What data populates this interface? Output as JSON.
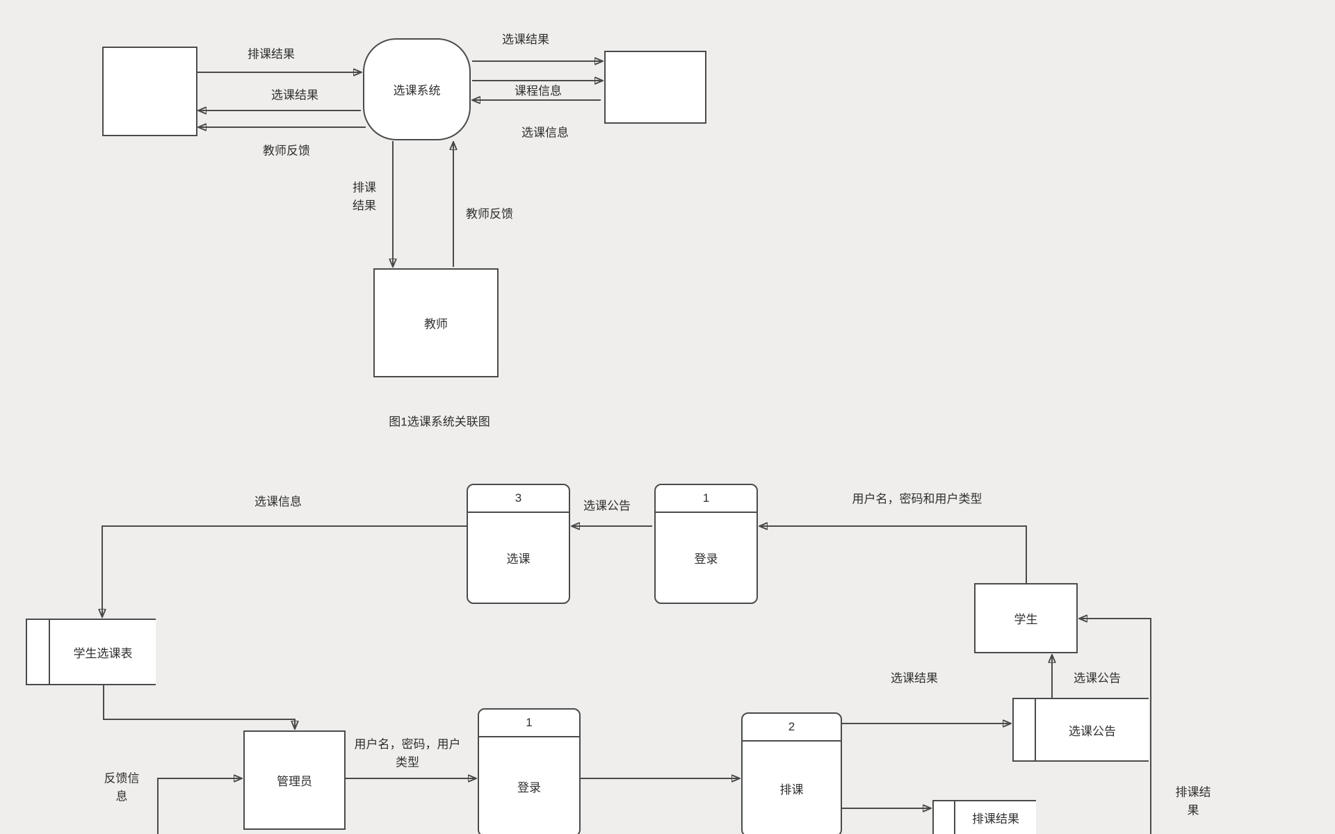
{
  "colors": {
    "background": "#efeeec",
    "stroke": "#4a4a4a",
    "node_fill": "#ffffff",
    "text": "#2f2f2f"
  },
  "diagram1": {
    "caption": "图1选课系统关联图",
    "system_process": "选课系统",
    "teacher_entity": "教师",
    "flows": {
      "paike_result_left": "排课结果",
      "xuanke_result_left": "选课结果",
      "teacher_feedback_left": "教师反馈",
      "xuanke_result_right": "选课结果",
      "course_info": "课程信息",
      "xuanke_info": "选课信息",
      "paike_result_down": "排课\n结果",
      "teacher_feedback_up": "教师反馈"
    }
  },
  "diagram2": {
    "processes": [
      {
        "number": "3",
        "name": "选课"
      },
      {
        "number": "1",
        "name": "登录"
      },
      {
        "number": "1",
        "name": "登录"
      },
      {
        "number": "2",
        "name": "排课"
      }
    ],
    "entities": {
      "student": "学生",
      "admin": "管理员"
    },
    "datastores": {
      "student_course_table": "学生选课表",
      "course_notice": "选课公告",
      "paike_result": "排课结果"
    },
    "flows": {
      "xuanke_info": "选课信息",
      "course_notice_top": "选课公告",
      "credentials_top": "用户名，密码和用户类型",
      "xuanke_result": "选课结果",
      "course_notice_right": "选课公告",
      "credentials_bottom": "用户名，密码，用户\n类型",
      "feedback": "反馈信\n息",
      "paike_result_right": "排课结\n果"
    }
  }
}
